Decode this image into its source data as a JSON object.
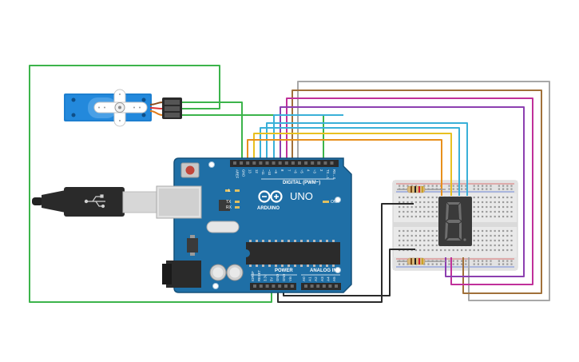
{
  "board": {
    "brand": "ARDUINO",
    "model": "UNO",
    "digital_header": "DIGITAL (PWM~)",
    "power_header": "POWER",
    "analog_header": "ANALOG IN",
    "on_label": "ON",
    "tx_label": "TX",
    "rx_label": "RX",
    "l_label": "L",
    "digital_pins": [
      "AREF",
      "GND",
      "13",
      "12",
      "~11",
      "~10",
      "~9",
      "8",
      "7",
      "~6",
      "~5",
      "4",
      "~3",
      "2",
      "TX→1",
      "RX←0"
    ],
    "power_pins": [
      "IOREF",
      "RESET",
      "3.3V",
      "5V",
      "GND",
      "GND",
      "Vin"
    ],
    "analog_pins": [
      "A0",
      "A1",
      "A2",
      "A3",
      "A4",
      "A5"
    ]
  },
  "display": {
    "digit": "8"
  },
  "colors": {
    "board": "#1f6fa6",
    "board_dark": "#15507a",
    "wire_green": "#3cb44b",
    "wire_orange": "#e8901c",
    "wire_yellow": "#e8c020",
    "wire_blue": "#3ab0d8",
    "wire_purple": "#8c3fb0",
    "wire_magenta": "#c0309a",
    "wire_brown": "#a0703a",
    "wire_gray": "#a0a0a0",
    "wire_black": "#2a2a2a",
    "servo_blue": "#1d7fd0",
    "breadboard": "#e8e8e8",
    "segment_display": "#333333"
  }
}
